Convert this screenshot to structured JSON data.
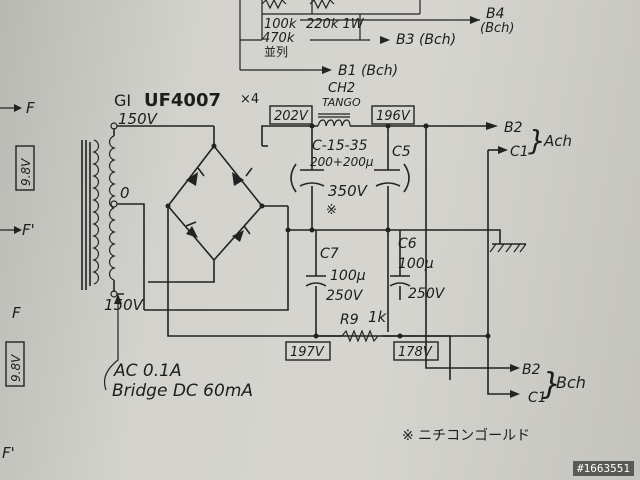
{
  "top": {
    "r1": "100k",
    "r2": "470k",
    "parallel": "並列",
    "r3": "220k 1W",
    "b4": "B4",
    "b4_ch": "(Bch)",
    "b3": "B3 (Bch)",
    "b1": "B1 (Bch)"
  },
  "rectifier": {
    "title_prefix": "GI",
    "diode": "UF4007",
    "count": "×4"
  },
  "transformer": {
    "tap_top": "150V",
    "tap_mid": "0",
    "tap_bottom": "150V"
  },
  "choke": {
    "name": "CH2",
    "brand": "TANGO",
    "v_in": "202V",
    "v_out": "196V"
  },
  "cap_main": {
    "label_c": "C-15-35",
    "value": "200+200μ",
    "c5": "C5",
    "voltage": "350V",
    "mark": "※"
  },
  "cap_c7": {
    "name": "C7",
    "value": "100μ",
    "voltage": "250V"
  },
  "cap_c6": {
    "name": "C6",
    "value": "100μ",
    "voltage": "250V"
  },
  "resistor_r9": {
    "name": "R9",
    "value": "1k"
  },
  "voltages": {
    "left": "197V",
    "right": "178V"
  },
  "outputs": {
    "ach_b2": "B2",
    "ach_c1": "C1",
    "ach": "Ach",
    "bch_b2": "B2",
    "bch_c1": "C1",
    "bch": "Bch"
  },
  "ac_note": {
    "line1": "AC 0.1A",
    "line2": "Bridge DC 60mA"
  },
  "footnote": "※ ニチコンゴールド",
  "left_margin": {
    "f1": "F",
    "f2": "F'",
    "f3": "F",
    "f4": "F'",
    "v1": "9.8V",
    "v2": "9.8V"
  },
  "watermark": "#1663551"
}
